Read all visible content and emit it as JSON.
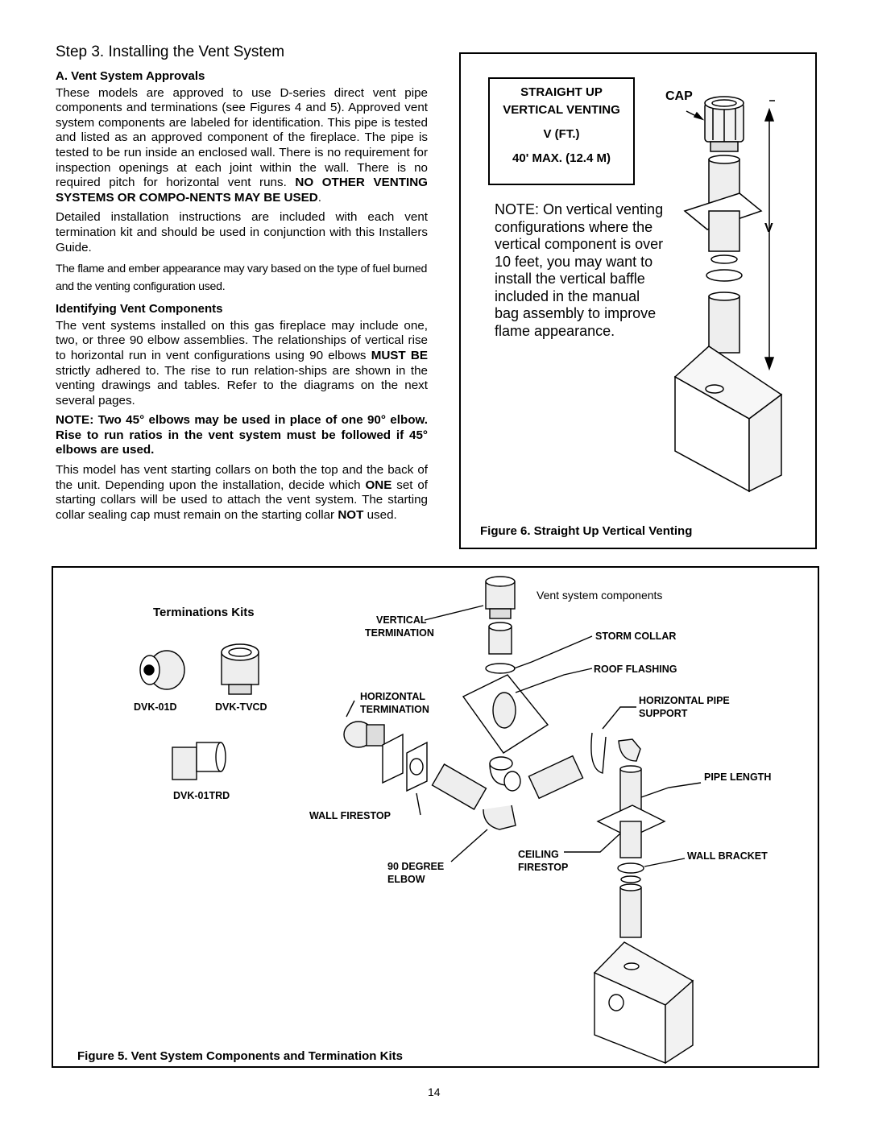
{
  "step_title": "Step 3.  Installing the Vent System",
  "section_a": {
    "heading": "A.  Vent System Approvals",
    "para1_text": "These models are approved to use D-series direct vent pipe components and terminations (see Figures 4 and 5). Approved vent system components are labeled for identification. This pipe is tested and listed as an approved component of the fireplace. The pipe is tested to be run inside an enclosed wall. There is no requirement for inspection openings at each joint within the wall. There is no required pitch for horizontal vent runs. ",
    "para1_bold": "NO OTHER VENTING SYSTEMS OR COMPO-NENTS MAY BE USED",
    "para1_end": ".",
    "para2": "Detailed installation instructions are included with each vent termination kit and should be used in conjunction with this Installers Guide.",
    "para3": "The flame and ember appearance may vary based on the type of fuel burned and the venting configuration used."
  },
  "identifying": {
    "heading": "Identifying Vent Components",
    "para1_a": "The vent systems installed on this gas fireplace may include one, two, or three 90  elbow assemblies. The relationships of vertical rise to horizontal run in vent configurations using 90  elbows ",
    "para1_bold": "MUST BE",
    "para1_b": " strictly adhered to. The rise to run relation-ships are shown in the venting drawings and tables. Refer to the diagrams on the next several pages.",
    "note": "NOTE:  Two 45° elbows may be used in place of one 90° elbow. Rise to run ratios in the vent system must be followed if 45° elbows are used.",
    "para2_a": "This model has vent starting collars on both the top and the back of the unit. Depending upon the installation, decide which ",
    "para2_bold1": "ONE",
    "para2_b": " set of starting collars will be used to attach the vent system.  The starting collar sealing cap must remain on the starting collar ",
    "para2_bold2": "NOT",
    "para2_c": " used."
  },
  "figure6": {
    "box_line1": "STRAIGHT UP",
    "box_line2": "VERTICAL VENTING",
    "box_line3": "V (FT.)",
    "box_line4": "40' MAX. (12.4 M)",
    "cap_label": "CAP",
    "v_label": "V",
    "note": "NOTE: On vertical venting configurations where the vertical component is over 10 feet, you may want to install the vertical baffle included in the manual bag assembly to improve flame appearance.",
    "caption": "Figure 6. Straight Up Vertical Venting"
  },
  "figure5": {
    "kits_title": "Terminations Kits",
    "kit1": "DVK-01D",
    "kit2": "DVK-TVCD",
    "kit3": "DVK-01TRD",
    "components_title": "Vent system components",
    "vertical_termination_1": "VERTICAL",
    "vertical_termination_2": "TERMINATION",
    "storm_collar": "STORM COLLAR",
    "roof_flashing": "ROOF FLASHING",
    "horizontal_termination_1": "HORIZONTAL",
    "horizontal_termination_2": "TERMINATION",
    "horizontal_pipe_support_1": "HORIZONTAL PIPE",
    "horizontal_pipe_support_2": "SUPPORT",
    "pipe_length": "PIPE LENGTH",
    "wall_firestop": "WALL FIRESTOP",
    "degree_elbow_1": "90 DEGREE",
    "degree_elbow_2": "ELBOW",
    "ceiling_firestop_1": "CEILING",
    "ceiling_firestop_2": "FIRESTOP",
    "wall_bracket": "WALL BRACKET",
    "caption": "Figure 5.   Vent System Components and Termination Kits"
  },
  "page_number": "14"
}
